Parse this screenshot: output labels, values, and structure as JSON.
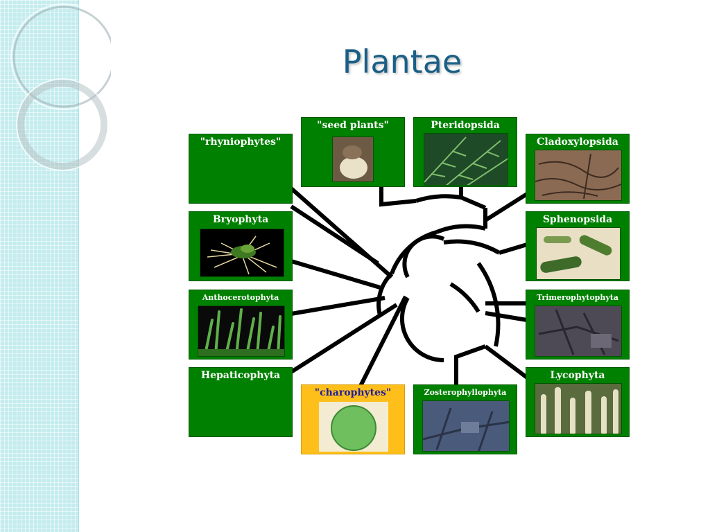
{
  "slide": {
    "title": "Plantae"
  },
  "taxa": {
    "rhyniophytes": "\"rhyniophytes\"",
    "seed_plants": "\"seed plants\"",
    "pteridopsida": "Pteridopsida",
    "cladoxylopsida": "Cladoxylopsida",
    "bryophyta": "Bryophyta",
    "sphenopsida": "Sphenopsida",
    "anthocerotophyta": "Anthocerotophyta",
    "trimerophytophyta": "Trimerophytophyta",
    "hepaticophyta": "Hepaticophyta",
    "charophytes": "\"charophytes\"",
    "zosterophyllophyta": "Zosterophyllophyta",
    "lycophyta": "Lycophyta"
  },
  "colors": {
    "tile_green": "#008000",
    "charophytes_tile": "#ffbf1a",
    "title": "#1a5f86",
    "left_band": "#c4ecee"
  }
}
